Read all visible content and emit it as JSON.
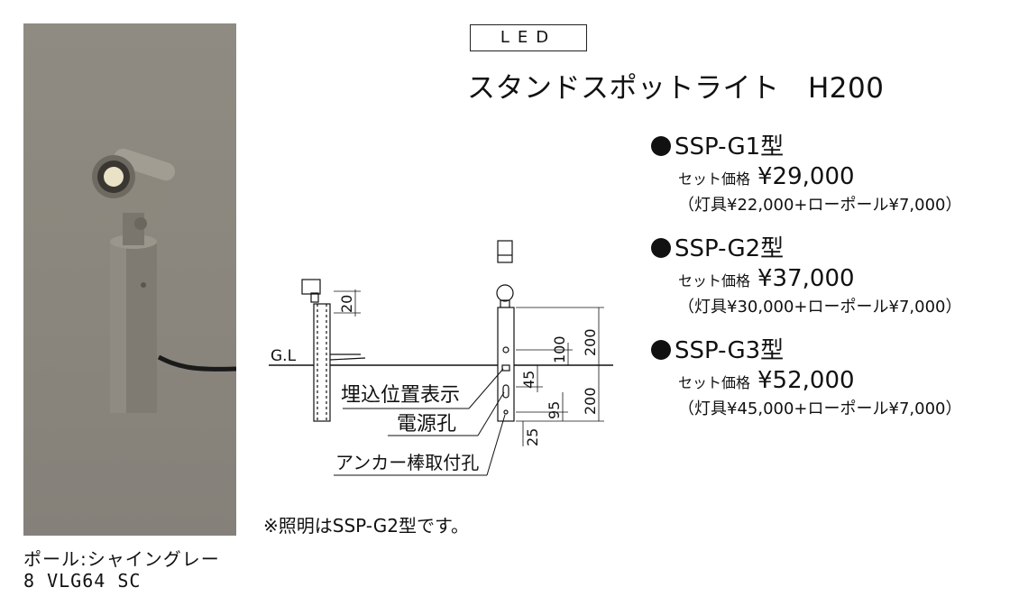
{
  "header": {
    "led_label": "LED",
    "product_title": "スタンドスポットライト　H200"
  },
  "variants": [
    {
      "name": "SSP-G1型",
      "price_label": "セット価格",
      "price": "¥29,000",
      "breakdown": "（灯具¥22,000+ローポール¥7,000）"
    },
    {
      "name": "SSP-G2型",
      "price_label": "セット価格",
      "price": "¥37,000",
      "breakdown": "（灯具¥30,000+ローポール¥7,000）"
    },
    {
      "name": "SSP-G3型",
      "price_label": "セット価格",
      "price": "¥52,000",
      "breakdown": "（灯具¥45,000+ローポール¥7,000）"
    }
  ],
  "diagram": {
    "ground_label": "G.L",
    "dim_top": "20",
    "dim_200_upper": "200",
    "dim_100": "100",
    "dim_45": "45",
    "dim_200_lower": "200",
    "dim_95": "95",
    "dim_25": "25",
    "label_embed": "埋込位置表示",
    "label_power": "電源孔",
    "label_anchor": "アンカー棒取付孔"
  },
  "note": "※照明はSSP-G2型です。",
  "photo_caption": {
    "color": "ポール:シャイングレー",
    "code": "8 VLG64 SC"
  },
  "colors": {
    "photo_background": "#8a867d",
    "fixture": "#8c887e",
    "text": "#111111"
  }
}
